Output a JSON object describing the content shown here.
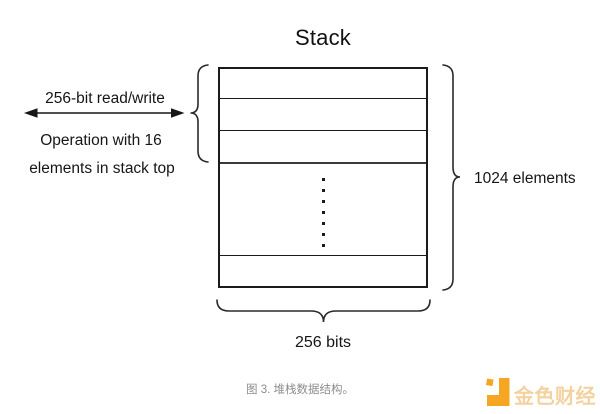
{
  "title": "Stack",
  "left_annotation": {
    "line1": "256-bit read/write",
    "line2": "Operation with 16",
    "line3": "elements in stack top"
  },
  "right_annotation": "1024 elements",
  "bottom_annotation": "256 bits",
  "caption": "图 3. 堆栈数据结构。",
  "watermark": "金色财经",
  "diagram": {
    "top_row_count": 3,
    "bottom_row_count": 1,
    "ellipsis_dot_count": 7
  },
  "colors": {
    "line": "#1b1b1b",
    "caption": "#8c8c8c",
    "logo_orange": "#F5A623",
    "logo_text": "#F3D2A0"
  }
}
